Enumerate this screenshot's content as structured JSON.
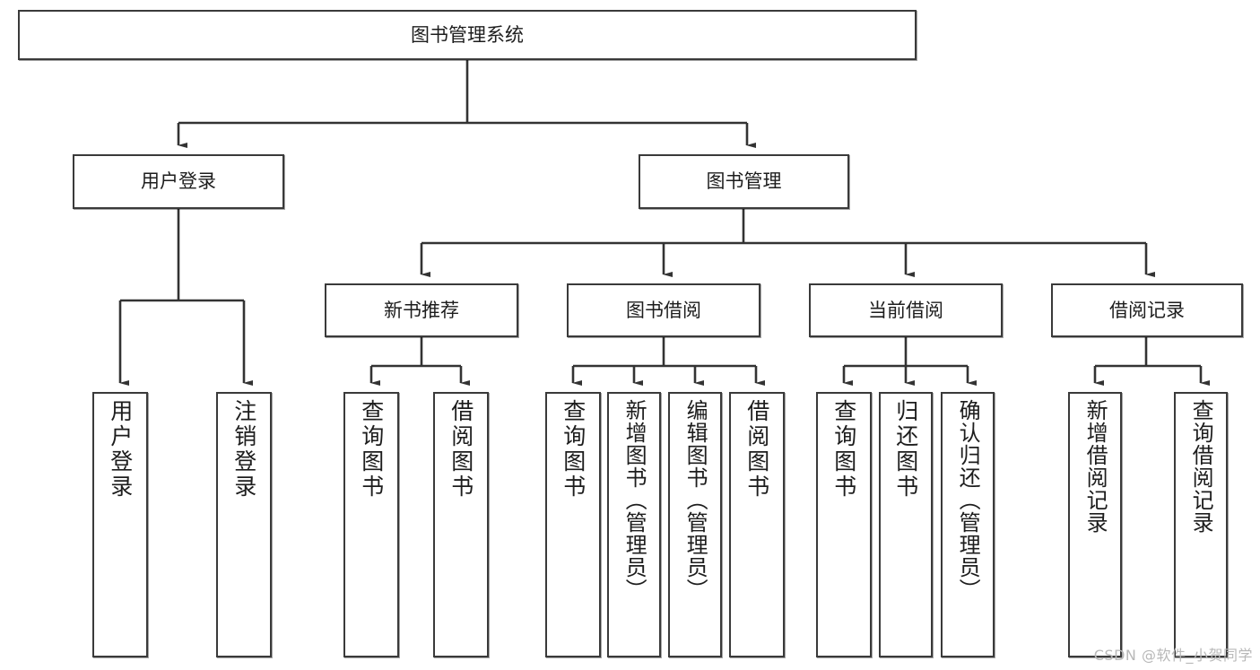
{
  "diagram": {
    "type": "tree-hierarchy",
    "title": "图书管理系统",
    "watermark": "CSDN @软件_小贺同学",
    "colors": {
      "node_border": "#3a3a3a",
      "node_fill": "#ffffff",
      "connector": "#333333",
      "text": "#1d1d1d",
      "watermark": "#b8b8b8"
    },
    "nodes": {
      "root": {
        "label": "图书管理系统"
      },
      "level2": [
        {
          "id": "user-login",
          "label": "用户登录"
        },
        {
          "id": "book-manage",
          "label": "图书管理"
        }
      ],
      "level3": [
        {
          "id": "new-book-recommend",
          "label": "新书推荐"
        },
        {
          "id": "book-borrow",
          "label": "图书借阅"
        },
        {
          "id": "current-borrow",
          "label": "当前借阅"
        },
        {
          "id": "borrow-record",
          "label": "借阅记录"
        }
      ],
      "leaves": {
        "user_login": [
          {
            "id": "leaf-user-login",
            "label": "用户登录"
          },
          {
            "id": "leaf-logout",
            "label": "注销登录"
          }
        ],
        "new_book_recommend": [
          {
            "id": "leaf-query-book-1",
            "label": "查询图书"
          },
          {
            "id": "leaf-borrow-book-1",
            "label": "借阅图书"
          }
        ],
        "book_borrow": [
          {
            "id": "leaf-query-book-2",
            "label": "查询图书"
          },
          {
            "id": "leaf-add-book",
            "label": "新增图书（管理员）"
          },
          {
            "id": "leaf-edit-book",
            "label": "编辑图书（管理员）"
          },
          {
            "id": "leaf-borrow-book-2",
            "label": "借阅图书"
          }
        ],
        "current_borrow": [
          {
            "id": "leaf-query-book-3",
            "label": "查询图书"
          },
          {
            "id": "leaf-return-book",
            "label": "归还图书"
          },
          {
            "id": "leaf-confirm-return",
            "label": "确认归还（管理员）"
          }
        ],
        "borrow_record": [
          {
            "id": "leaf-add-record",
            "label": "新增借阅记录"
          },
          {
            "id": "leaf-query-record",
            "label": "查询借阅记录"
          }
        ]
      }
    }
  }
}
